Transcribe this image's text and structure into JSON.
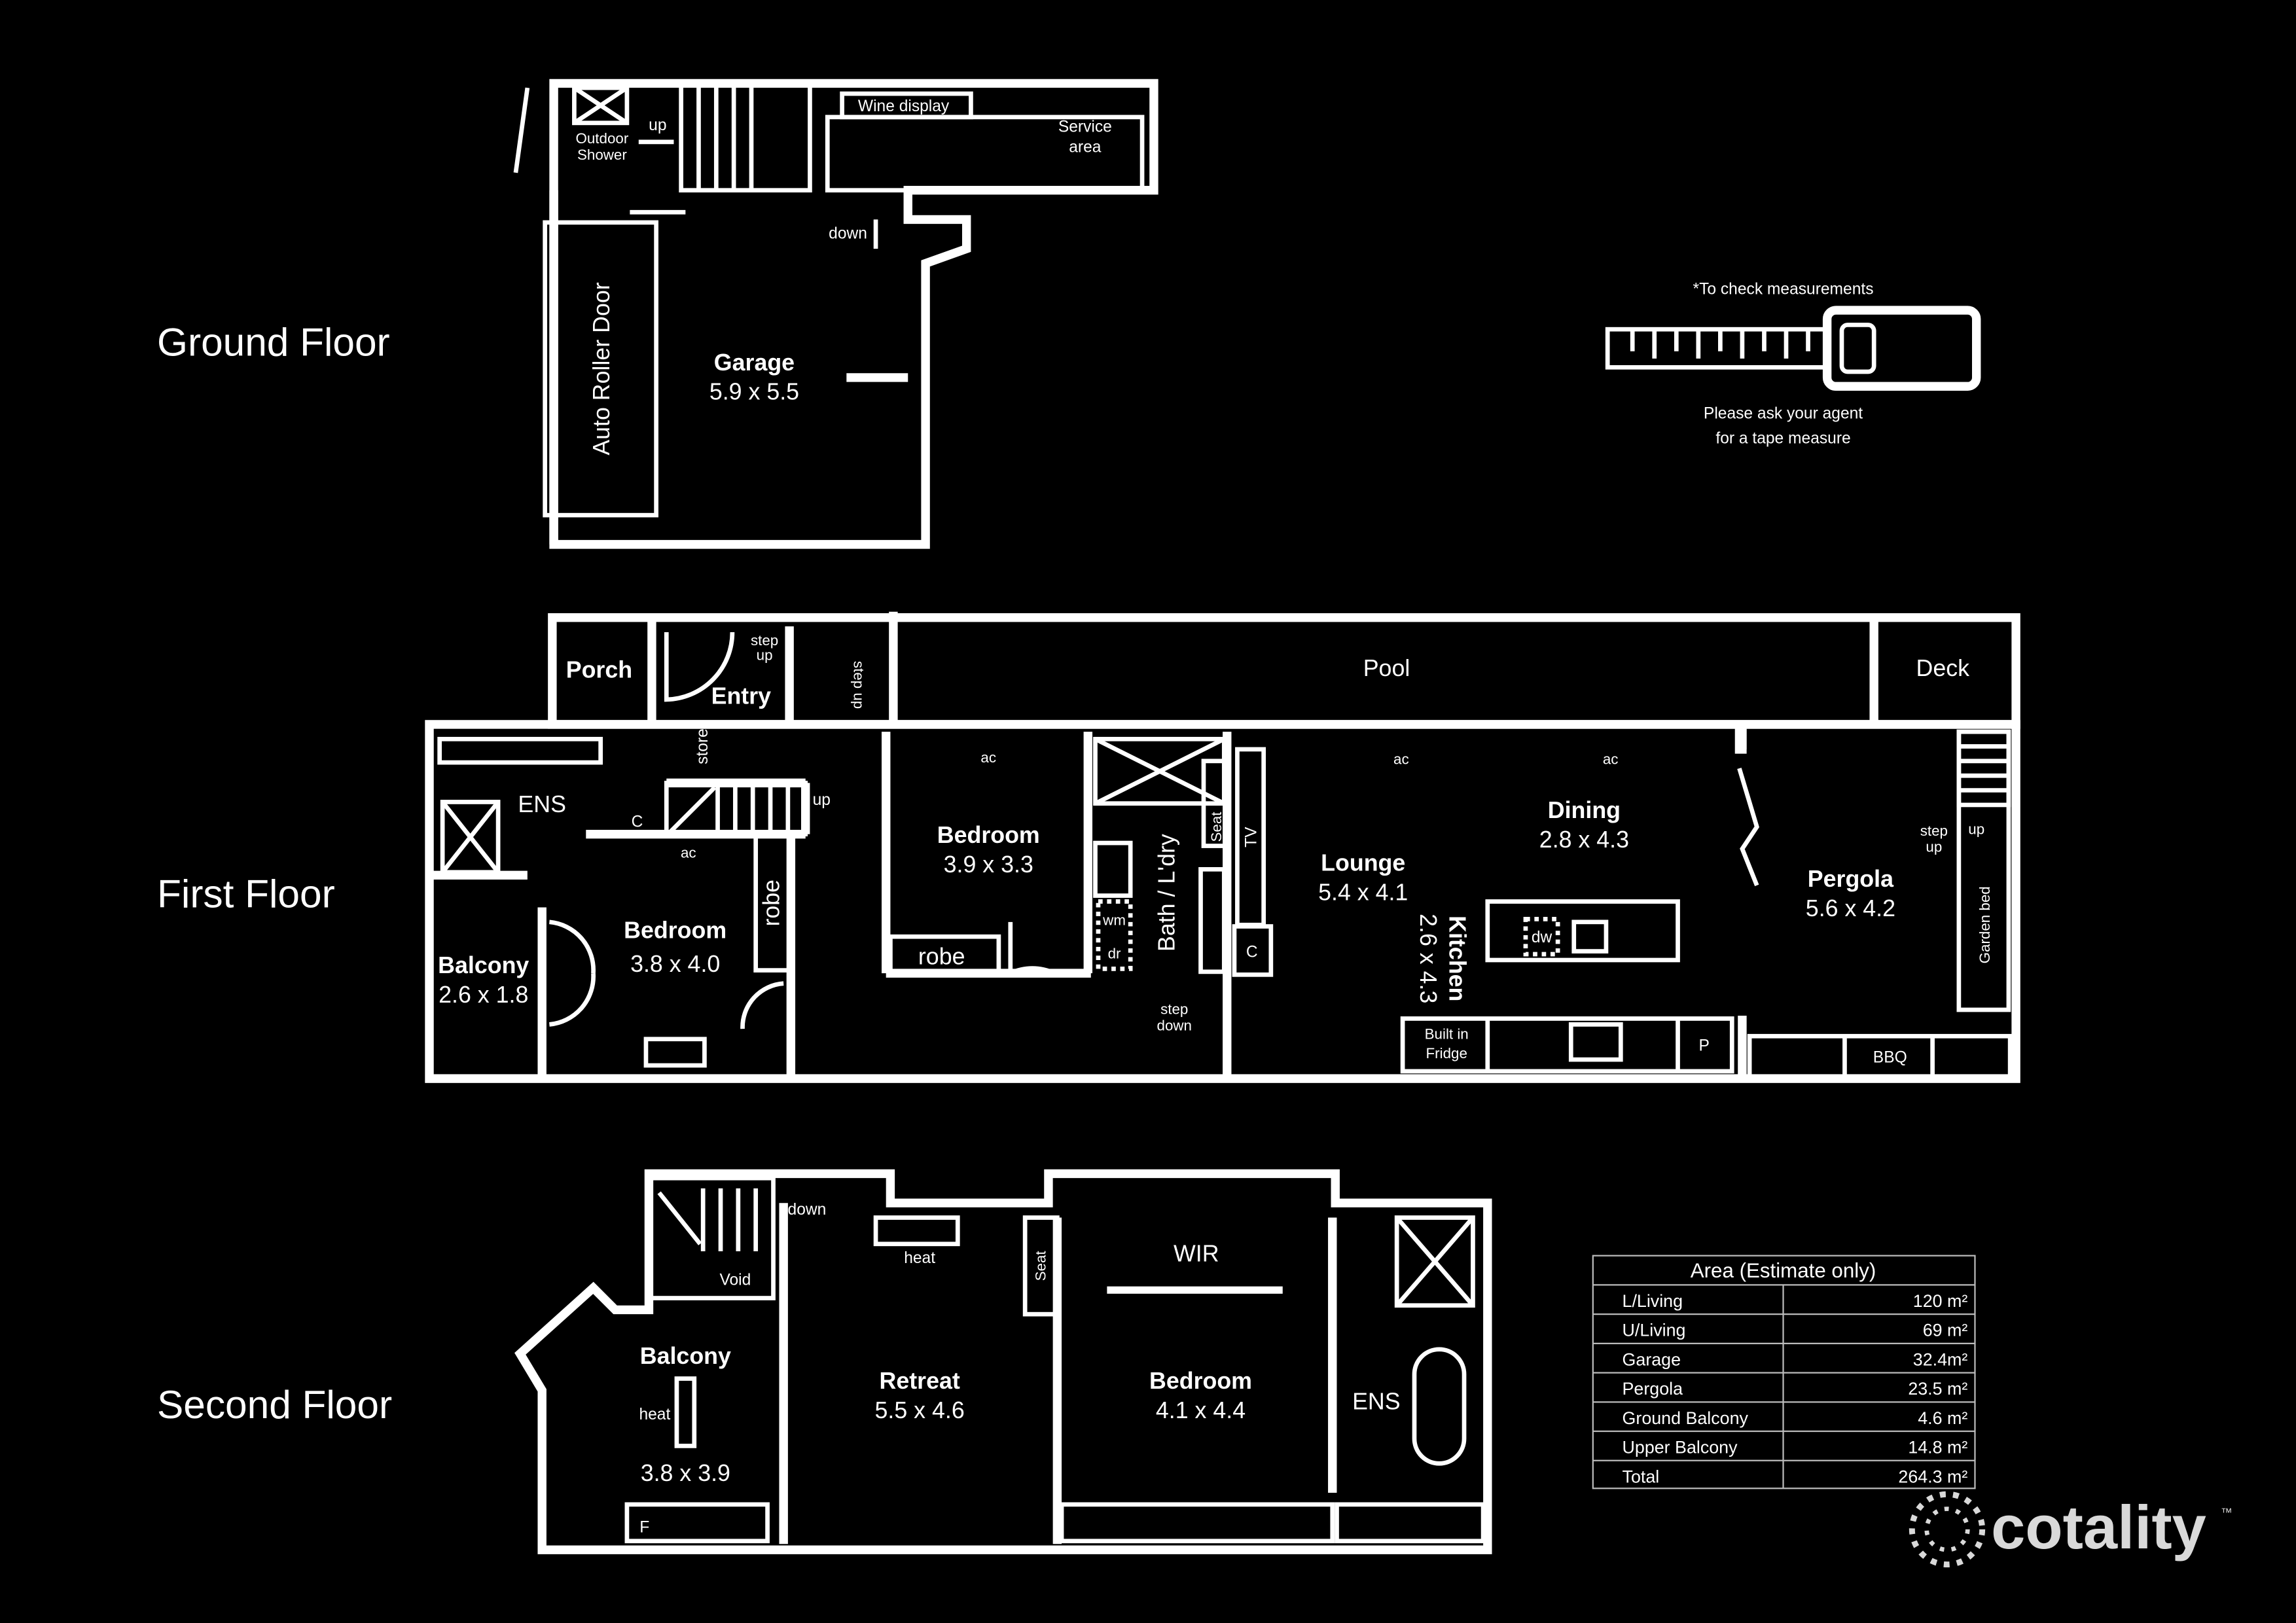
{
  "floors": {
    "ground": "Ground Floor",
    "first": "First Floor",
    "second": "Second Floor"
  },
  "ground_floor": {
    "outdoor_shower": [
      "Outdoor",
      "Shower"
    ],
    "up": "up",
    "wine_display": "Wine display",
    "service_area": [
      "Service",
      "area"
    ],
    "down": "down",
    "roller_door": "Auto Roller Door",
    "garage": {
      "name": "Garage",
      "dims": "5.9 x 5.5"
    }
  },
  "first_floor": {
    "porch": "Porch",
    "entry": "Entry",
    "step_up_1": [
      "step",
      "up"
    ],
    "step_up_2": "step up",
    "pool": "Pool",
    "deck": "Deck",
    "store": "store",
    "ens": "ENS",
    "up": "up",
    "ac": "ac",
    "c": "C",
    "bedroom1": {
      "name": "Bedroom",
      "dims": "3.8 x 4.0"
    },
    "robe": "robe",
    "balcony": {
      "name": "Balcony",
      "dims": "2.6 x 1.8"
    },
    "bedroom2": {
      "name": "Bedroom",
      "dims": "3.9 x 3.3"
    },
    "robe2": "robe",
    "bath_laundry": "Bath / L'dry",
    "wm": "wm",
    "dr": "dr",
    "seat": "Seat",
    "tv": "TV",
    "step_down": [
      "step",
      "down"
    ],
    "lounge": {
      "name": "Lounge",
      "dims": "5.4 x 4.1"
    },
    "kitchen": {
      "name": "Kitchen",
      "dims": "2.6 x 4.3"
    },
    "dining": {
      "name": "Dining",
      "dims": "2.8 x 4.3"
    },
    "dw": "dw",
    "built_in_fridge": [
      "Built in",
      "Fridge"
    ],
    "p": "P",
    "pergola": {
      "name": "Pergola",
      "dims": "5.6 x 4.2"
    },
    "step_up_3": [
      "step",
      "up"
    ],
    "up2": "up",
    "garden_bed": "Garden bed",
    "bbq": "BBQ"
  },
  "second_floor": {
    "down": "down",
    "void": "Void",
    "heat": "heat",
    "seat": "Seat",
    "wir": "WIR",
    "balcony": {
      "name": "Balcony",
      "dims": "3.8 x 3.9"
    },
    "heat2": "heat",
    "retreat": {
      "name": "Retreat",
      "dims": "5.5 x 4.6"
    },
    "bedroom": {
      "name": "Bedroom",
      "dims": "4.1 x 4.4"
    },
    "ens": "ENS",
    "f": "F"
  },
  "tape_measure": {
    "note": "*To check measurements",
    "line1": "Please ask your agent",
    "line2": "for a tape measure"
  },
  "area_table": {
    "title": "Area (Estimate only)",
    "rows": [
      {
        "label": "L/Living",
        "value": "120 m²"
      },
      {
        "label": "U/Living",
        "value": "69 m²"
      },
      {
        "label": "Garage",
        "value": "32.4m²"
      },
      {
        "label": "Pergola",
        "value": "23.5 m²"
      },
      {
        "label": "Ground Balcony",
        "value": "4.6 m²"
      },
      {
        "label": "Upper Balcony",
        "value": "14.8 m²"
      },
      {
        "label": "Total",
        "value": "264.3 m²"
      }
    ]
  },
  "logo": {
    "text": "cotality",
    "tm": "™"
  },
  "colors": {
    "background": "#000000",
    "lines": "#ffffff",
    "logo": "#d9d9d9"
  }
}
